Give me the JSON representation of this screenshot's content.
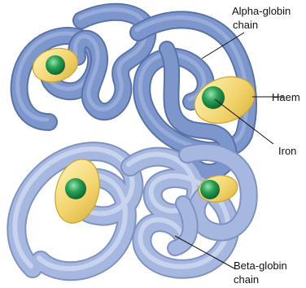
{
  "labels": {
    "alpha_line1": "Alpha-globin",
    "alpha_line2": "chain",
    "haem": "Haem",
    "iron": "Iron",
    "beta_line1": "Beta-globin",
    "beta_line2": "chain"
  },
  "colors": {
    "alpha_chain": "#7d96cc",
    "alpha_chain_highlight": "#a9bbe2",
    "alpha_chain_outline": "#5a72aa",
    "beta_chain": "#a7b8e0",
    "beta_chain_highlight": "#c9d5f0",
    "beta_chain_outline": "#7f92c2",
    "haem_disc": "#f2d36b",
    "haem_disc_edge": "#c9a632",
    "iron": "#1f8a47",
    "iron_highlight": "#8fd19e"
  }
}
